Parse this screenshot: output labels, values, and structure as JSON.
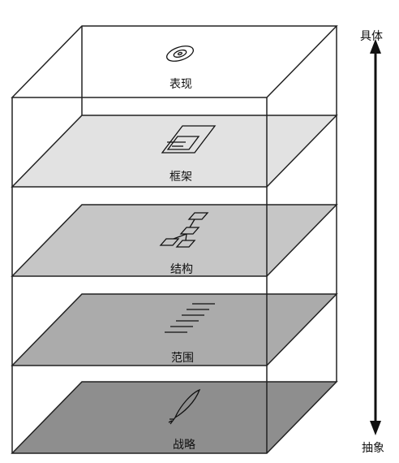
{
  "axis": {
    "top_label": "具体",
    "bottom_label": "抽象"
  },
  "layers": [
    {
      "label": "表现",
      "fill": "#ffffff",
      "icon": "disc-icon"
    },
    {
      "label": "框架",
      "fill": "#e2e2e2",
      "icon": "frame-icon"
    },
    {
      "label": "结构",
      "fill": "#c6c6c6",
      "icon": "hierarchy-icon"
    },
    {
      "label": "范围",
      "fill": "#ababab",
      "icon": "lines-icon"
    },
    {
      "label": "战略",
      "fill": "#8e8e8e",
      "icon": "quill-icon"
    }
  ],
  "colors": {
    "ink": "#111111",
    "frame": "#222222"
  }
}
